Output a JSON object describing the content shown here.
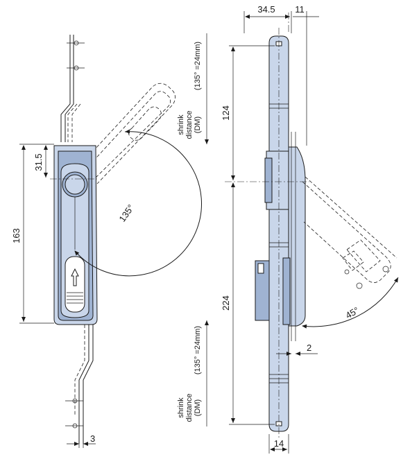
{
  "colors": {
    "part_fill": "#c9d6ea",
    "part_shade": "#9fb3d2",
    "line": "#1a1a1a"
  },
  "front_view": {
    "dim_height": "163",
    "dim_offset": "31.5",
    "dim_rod": "3",
    "angle": "135°"
  },
  "side_view": {
    "dim_top_width": "34.5",
    "dim_top_offset": "11",
    "dim_upper": "124",
    "dim_lower": "224",
    "dim_gap": "2",
    "dim_rod_width": "14",
    "angle": "45°"
  },
  "shrink_notes": {
    "upper": {
      "line1": "shrink",
      "line2": "distance",
      "line3": "(DM)",
      "spec": "(135° =24mm)"
    },
    "lower": {
      "line1": "shrink",
      "line2": "distance",
      "line3": "(DM)",
      "spec": "(135° =24mm)"
    }
  }
}
